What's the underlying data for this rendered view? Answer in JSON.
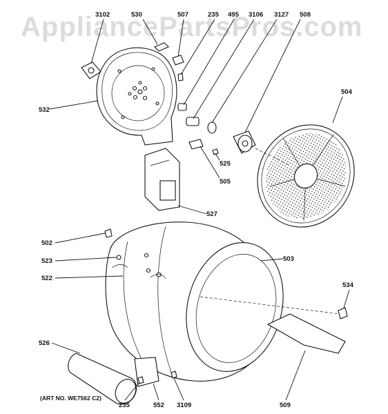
{
  "watermark": "AppliancePartsPros.com",
  "art_number": "(ART NO. WE7562 C2)",
  "labels": {
    "p3102": "3102",
    "p530": "530",
    "p507": "507",
    "p235_top": "235",
    "p495": "495",
    "p3106": "3106",
    "p3127": "3127",
    "p508": "508",
    "p504": "504",
    "p532": "532",
    "p525": "525",
    "p505": "505",
    "p527": "527",
    "p502": "502",
    "p523": "523",
    "p522": "522",
    "p503": "503",
    "p534": "534",
    "p526": "526",
    "p235_bottom": "235",
    "p552": "552",
    "p3109": "3109",
    "p509": "509"
  }
}
